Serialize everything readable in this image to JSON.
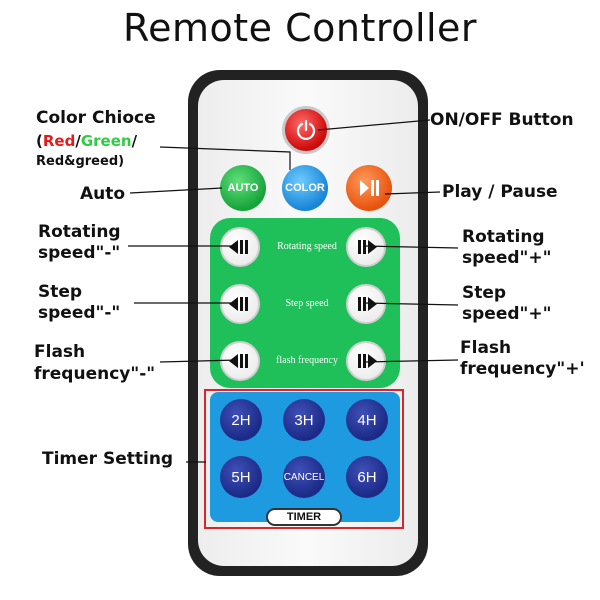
{
  "title": "Remote Controller",
  "remote": {
    "power_icon": "power-icon",
    "auto_label": "AUTO",
    "color_label": "COLOR",
    "play_icon": "play-pause-icon",
    "speed_rows": [
      {
        "label": "Rotating speed"
      },
      {
        "label": "Step speed"
      },
      {
        "label": "flash frequency"
      }
    ],
    "timer_buttons": [
      "2H",
      "3H",
      "4H",
      "5H",
      "CANCEL",
      "6H"
    ],
    "timer_tag": "TIMER"
  },
  "annotations": {
    "color_choice_title": "Color Chioce",
    "color_choice_open": "(",
    "color_red": "Red",
    "color_slash1": "/",
    "color_green": "Green",
    "color_slash2": "/",
    "color_choice_line2": "Red&greed)",
    "auto": "Auto",
    "on_off": "ON/OFF Button",
    "play_pause": "Play / Pause",
    "rotating_minus_1": "Rotating",
    "rotating_minus_2": "speed\"-\"",
    "rotating_plus_1": "Rotating",
    "rotating_plus_2": "speed\"+\"",
    "step_minus_1": "Step",
    "step_minus_2": "speed\"-\"",
    "step_plus_1": "Step",
    "step_plus_2": "speed\"+\"",
    "flash_minus_1": "Flash",
    "flash_minus_2": "frequency\"-\"",
    "flash_plus_1": "Flash",
    "flash_plus_2": "frequency\"+'",
    "timer_setting": "Timer Setting"
  },
  "colors": {
    "power": "#d10f0f",
    "auto": "#17a33a",
    "color": "#1885d6",
    "play": "#e8520e",
    "green_panel": "#1fbf5a",
    "blue_panel": "#1e9be0",
    "timer_buttons": "#1b2a86",
    "timer_frame": "#d9262c"
  }
}
